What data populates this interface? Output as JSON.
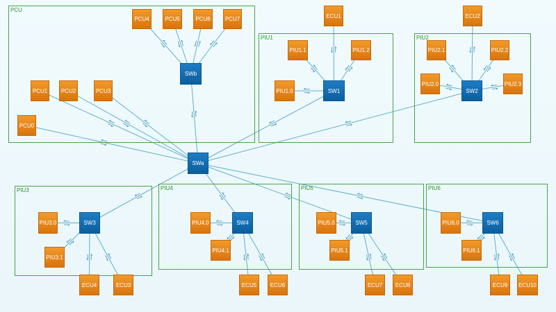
{
  "colors": {
    "link": "#5fb0c8",
    "arrow": "#3d8fb0",
    "group_border": "#4aa24a",
    "group_label": "#2f8f2f",
    "ecu_fill": "#e8860f",
    "switch_fill": "#0f6db3",
    "background": "#eef9fc"
  },
  "groups": [
    {
      "id": "PCU",
      "label": "PCU"
    },
    {
      "id": "PIU1",
      "label": "PIU1"
    },
    {
      "id": "PIU2",
      "label": "PIU2"
    },
    {
      "id": "PIU3",
      "label": "PIU3"
    },
    {
      "id": "PIU4",
      "label": "PIU4"
    },
    {
      "id": "PIU5",
      "label": "PIU5"
    },
    {
      "id": "PIU6",
      "label": "PIU6"
    }
  ],
  "nodes": [
    {
      "id": "SWa",
      "label": "SWa",
      "kind": "switch"
    },
    {
      "id": "SWb",
      "label": "SWb",
      "kind": "switch"
    },
    {
      "id": "SW1",
      "label": "SW1",
      "kind": "switch"
    },
    {
      "id": "SW2",
      "label": "SW2",
      "kind": "switch"
    },
    {
      "id": "SW3",
      "label": "SW3",
      "kind": "switch"
    },
    {
      "id": "SW4",
      "label": "SW4",
      "kind": "switch"
    },
    {
      "id": "SW5",
      "label": "SW5",
      "kind": "switch"
    },
    {
      "id": "SW6",
      "label": "SW6",
      "kind": "switch"
    },
    {
      "id": "PCU0",
      "label": "PCU0",
      "kind": "ecu"
    },
    {
      "id": "PCU1",
      "label": "PCU1",
      "kind": "ecu"
    },
    {
      "id": "PCU2",
      "label": "PCU2",
      "kind": "ecu"
    },
    {
      "id": "PCU3",
      "label": "PCU3",
      "kind": "ecu"
    },
    {
      "id": "PCU4",
      "label": "PCU4",
      "kind": "ecu"
    },
    {
      "id": "PCU5",
      "label": "PCU5",
      "kind": "ecu"
    },
    {
      "id": "PCU6",
      "label": "PCU6",
      "kind": "ecu"
    },
    {
      "id": "PCU7",
      "label": "PCU7",
      "kind": "ecu"
    },
    {
      "id": "ECU1",
      "label": "ECU1",
      "kind": "ecu"
    },
    {
      "id": "ECU2",
      "label": "ECU2",
      "kind": "ecu"
    },
    {
      "id": "PIU1.0",
      "label": "PIU1.0",
      "kind": "ecu"
    },
    {
      "id": "PIU1.1",
      "label": "PIU1.1",
      "kind": "ecu"
    },
    {
      "id": "PIU1.2",
      "label": "PIU1.2",
      "kind": "ecu"
    },
    {
      "id": "PIU2.0",
      "label": "PIU2.0",
      "kind": "ecu"
    },
    {
      "id": "PIU2.1",
      "label": "PIU2.1",
      "kind": "ecu"
    },
    {
      "id": "PIU2.2",
      "label": "PIU2.2",
      "kind": "ecu"
    },
    {
      "id": "PIU2.3",
      "label": "PIU2.3",
      "kind": "ecu"
    },
    {
      "id": "PIU3.0",
      "label": "PIU3.0",
      "kind": "ecu"
    },
    {
      "id": "PIU3.1",
      "label": "PIU3.1",
      "kind": "ecu"
    },
    {
      "id": "ECU3",
      "label": "ECU3",
      "kind": "ecu"
    },
    {
      "id": "ECU4",
      "label": "ECU4",
      "kind": "ecu"
    },
    {
      "id": "PIU4.0",
      "label": "PIU4.0",
      "kind": "ecu"
    },
    {
      "id": "PIU4.1",
      "label": "PIU4.1",
      "kind": "ecu"
    },
    {
      "id": "ECU5",
      "label": "ECU5",
      "kind": "ecu"
    },
    {
      "id": "ECU6",
      "label": "ECU6",
      "kind": "ecu"
    },
    {
      "id": "PIU5.0",
      "label": "PIU5.0",
      "kind": "ecu"
    },
    {
      "id": "PIU5.1",
      "label": "PIU5.1",
      "kind": "ecu"
    },
    {
      "id": "ECU7",
      "label": "ECU7",
      "kind": "ecu"
    },
    {
      "id": "ECU8",
      "label": "ECU8",
      "kind": "ecu"
    },
    {
      "id": "PIU6.0",
      "label": "PIU6.0",
      "kind": "ecu"
    },
    {
      "id": "PIU6.1",
      "label": "PIU6.1",
      "kind": "ecu"
    },
    {
      "id": "ECU9",
      "label": "ECU9",
      "kind": "ecu"
    },
    {
      "id": "ECU10",
      "label": "ECU10",
      "kind": "ecu"
    }
  ],
  "links": [
    [
      "SWa",
      "SWb"
    ],
    [
      "SWa",
      "PCU0"
    ],
    [
      "SWa",
      "PCU1"
    ],
    [
      "SWa",
      "PCU2"
    ],
    [
      "SWa",
      "PCU3"
    ],
    [
      "SWa",
      "SW1"
    ],
    [
      "SWa",
      "SW2"
    ],
    [
      "SWa",
      "SW3"
    ],
    [
      "SWa",
      "SW4"
    ],
    [
      "SWa",
      "SW5"
    ],
    [
      "SWa",
      "SW6"
    ],
    [
      "SWb",
      "PCU4"
    ],
    [
      "SWb",
      "PCU5"
    ],
    [
      "SWb",
      "PCU6"
    ],
    [
      "SWb",
      "PCU7"
    ],
    [
      "SW1",
      "ECU1"
    ],
    [
      "SW1",
      "PIU1.0"
    ],
    [
      "SW1",
      "PIU1.1"
    ],
    [
      "SW1",
      "PIU1.2"
    ],
    [
      "SW2",
      "ECU2"
    ],
    [
      "SW2",
      "PIU2.0"
    ],
    [
      "SW2",
      "PIU2.1"
    ],
    [
      "SW2",
      "PIU2.2"
    ],
    [
      "SW2",
      "PIU2.3"
    ],
    [
      "SW3",
      "PIU3.0"
    ],
    [
      "SW3",
      "PIU3.1"
    ],
    [
      "SW3",
      "ECU3"
    ],
    [
      "SW3",
      "ECU4"
    ],
    [
      "SW4",
      "PIU4.0"
    ],
    [
      "SW4",
      "PIU4.1"
    ],
    [
      "SW4",
      "ECU5"
    ],
    [
      "SW4",
      "ECU6"
    ],
    [
      "SW5",
      "PIU5.0"
    ],
    [
      "SW5",
      "PIU5.1"
    ],
    [
      "SW5",
      "ECU7"
    ],
    [
      "SW5",
      "ECU8"
    ],
    [
      "SW6",
      "PIU6.0"
    ],
    [
      "SW6",
      "PIU6.1"
    ],
    [
      "SW6",
      "ECU9"
    ],
    [
      "SW6",
      "ECU10"
    ]
  ]
}
